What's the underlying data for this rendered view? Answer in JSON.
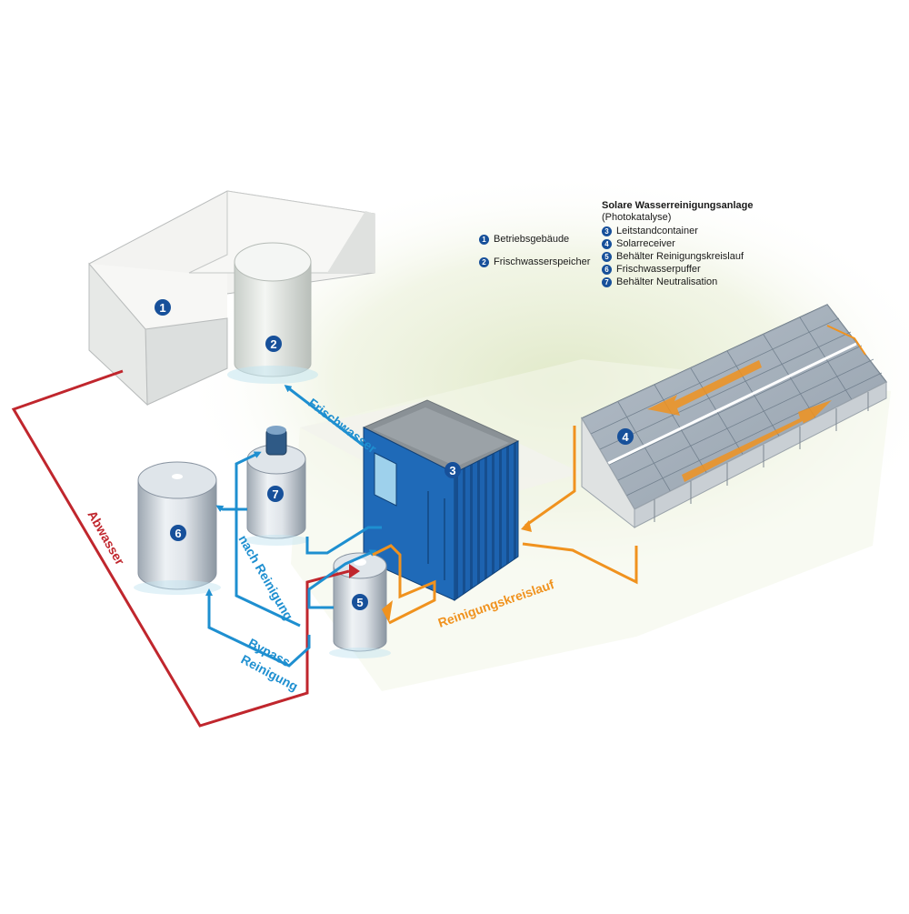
{
  "legend_left": [
    {
      "num": "1",
      "label": "Betriebsgebäude"
    },
    {
      "num": "2",
      "label": "Frischwasserspeicher"
    }
  ],
  "legend_right": {
    "title": "Solare Wasserreinigungsanlage",
    "subtitle": "(Photokatalyse)",
    "items": [
      {
        "num": "3",
        "label": "Leitstandcontainer"
      },
      {
        "num": "4",
        "label": "Solarreceiver"
      },
      {
        "num": "5",
        "label": "Behälter Reinigungskreislauf"
      },
      {
        "num": "6",
        "label": "Frischwasserpuffer"
      },
      {
        "num": "7",
        "label": "Behälter Neutralisation"
      }
    ]
  },
  "markers": {
    "m1": "1",
    "m2": "2",
    "m3": "3",
    "m4": "4",
    "m5": "5",
    "m6": "6",
    "m7": "7"
  },
  "flows": {
    "abwasser": "Abwasser",
    "frischwasser": "Frischwasser",
    "nach_reinigung": "nach Reinigung",
    "bypass_line1": "Bypass",
    "bypass_line2": "Reinigung",
    "reinigungskreislauf": "Reinigungskreislauf"
  },
  "colors": {
    "blue_pipe": "#1e8fd0",
    "red_pipe": "#c0262d",
    "orange_pipe": "#f0921e",
    "marker": "#17509a",
    "container": "#1d63b0"
  }
}
